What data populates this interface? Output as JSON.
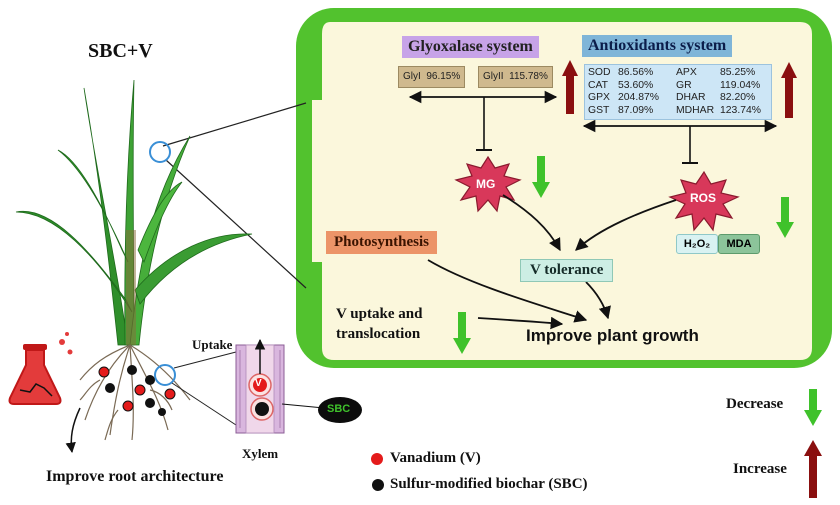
{
  "title": "SBC+V",
  "glyoxalase": {
    "label": "Glyoxalase system",
    "items": [
      {
        "name": "GlyI",
        "value": "96.15%"
      },
      {
        "name": "GlyII",
        "value": "115.78%"
      }
    ]
  },
  "antioxidants": {
    "label": "Antioxidants system",
    "rows": [
      [
        "SOD",
        "86.56%",
        "APX",
        "85.25%"
      ],
      [
        "CAT",
        "53.60%",
        "GR",
        "119.04%"
      ],
      [
        "GPX",
        "204.87%",
        "DHAR",
        "82.20%"
      ],
      [
        "GST",
        "87.09%",
        "MDHAR",
        "123.74%"
      ]
    ]
  },
  "nodes": {
    "mg": "MG",
    "ros": "ROS",
    "h2o2": "H₂O₂",
    "mda": "MDA",
    "photosynthesis": "Photosynthesis",
    "v_tolerance": "V tolerance",
    "v_uptake_line1": "V uptake and",
    "v_uptake_line2": "translocation",
    "improve_growth": "Improve plant growth"
  },
  "root": {
    "uptake": "Uptake",
    "xylem": "Xylem",
    "improve_root": "Improve root architecture",
    "sbc_badge": "SBC",
    "v_symbol": "V"
  },
  "legend": {
    "vanadium": "Vanadium (V)",
    "sbc": "Sulfur-modified biochar (SBC)",
    "decrease": "Decrease",
    "increase": "Increase"
  },
  "colors": {
    "frame_green": "#52c22e",
    "panel_bg": "#fbf7dc",
    "decrease_arrow": "#3fc22b",
    "increase_arrow": "#8a0f0f",
    "vanadium_red": "#e41b1b",
    "sbc_black": "#111111"
  }
}
